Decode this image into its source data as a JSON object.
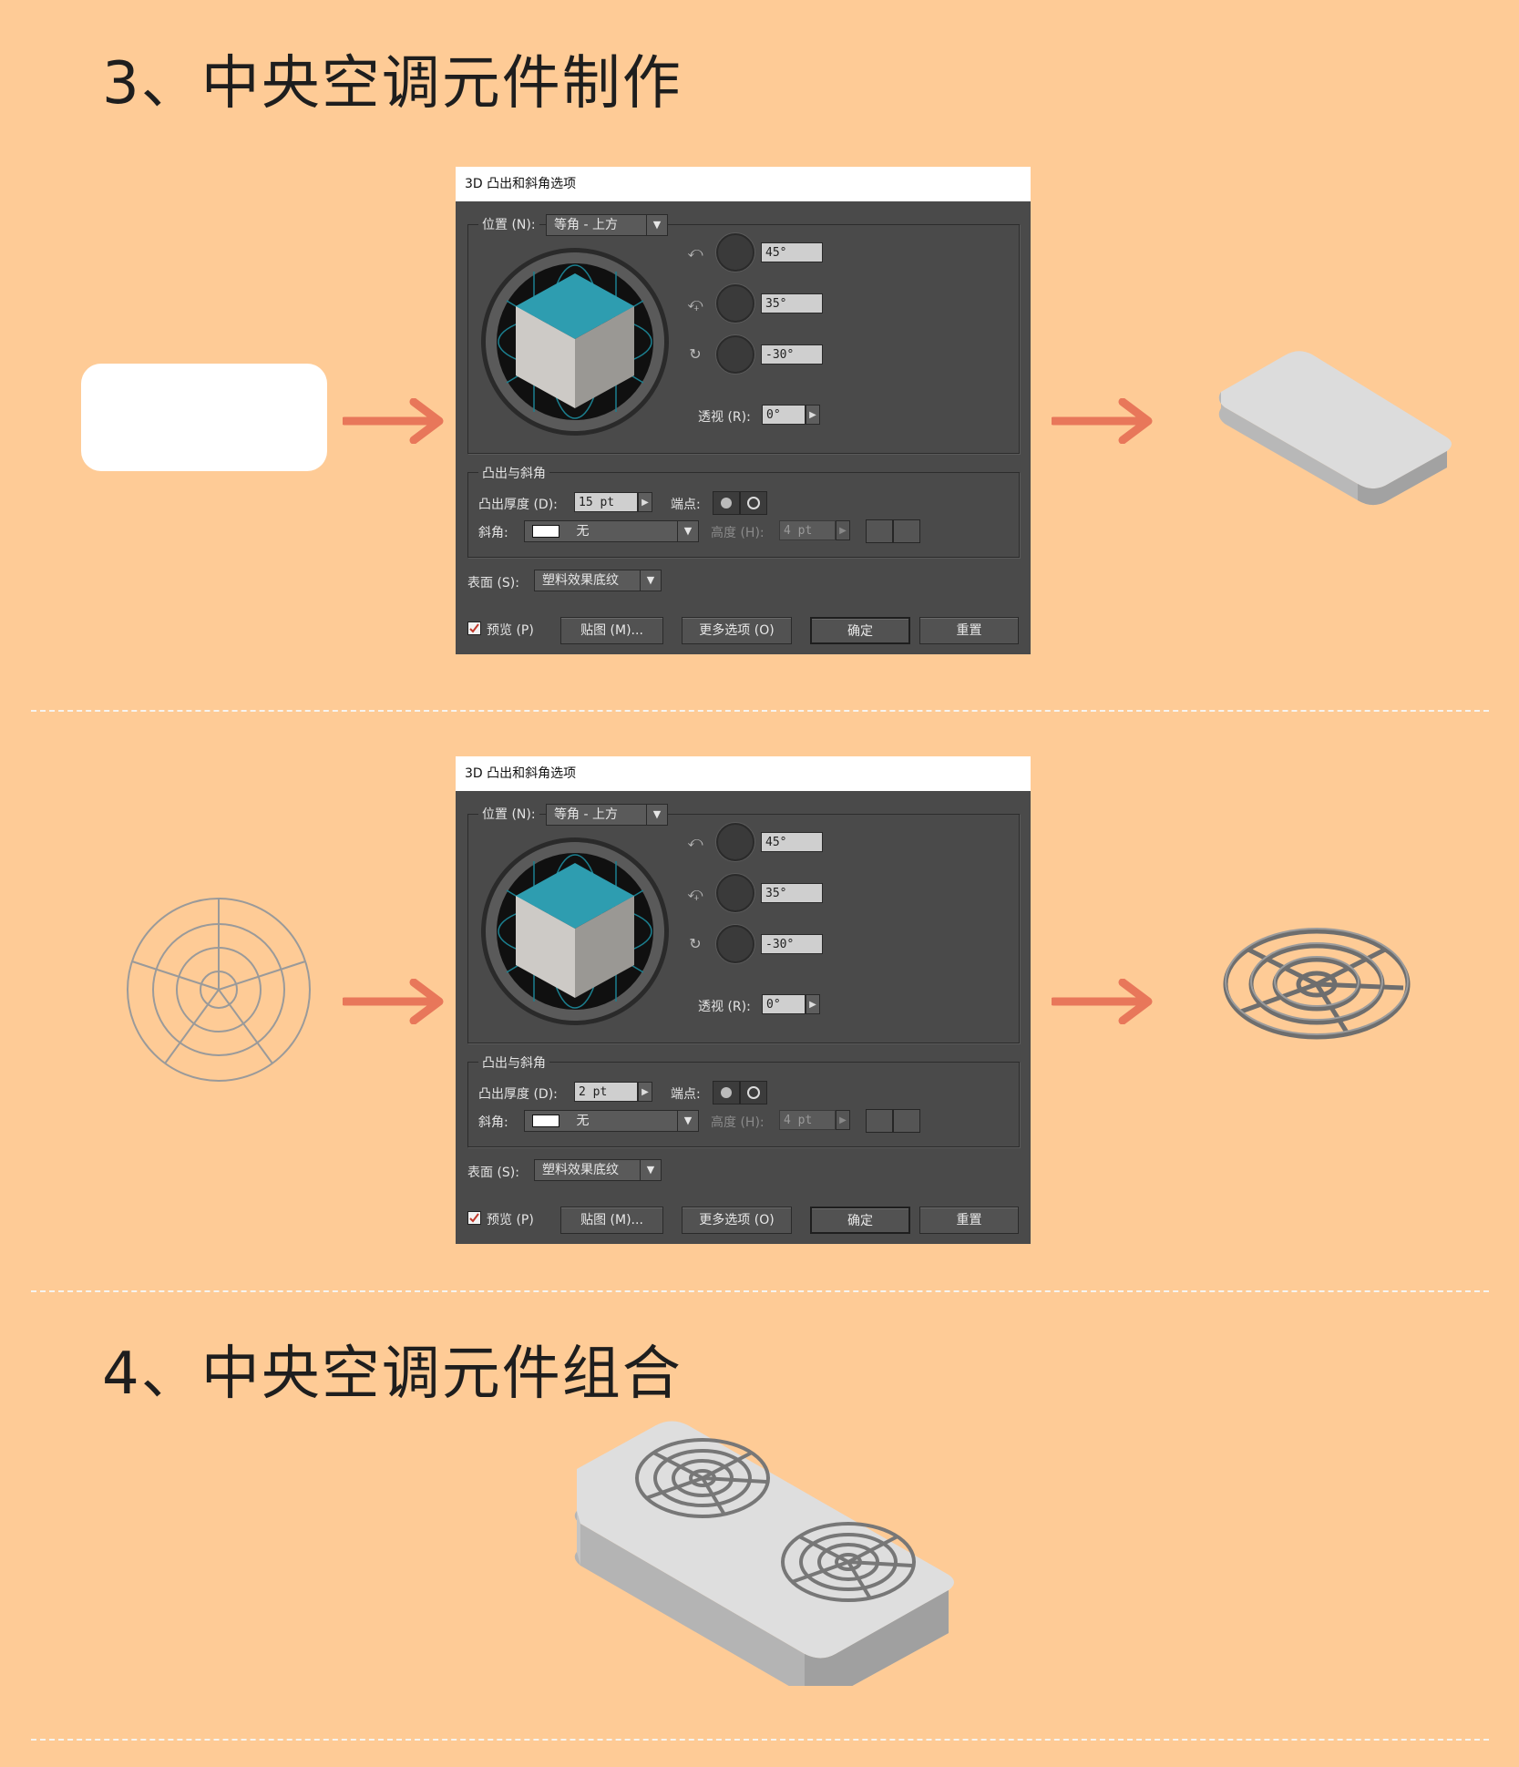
{
  "headings": {
    "section3": "3、中央空调元件制作",
    "section4": "4、中央空调元件组合"
  },
  "colors": {
    "background": "#fecb96",
    "arrow": "#e8775a",
    "dialog_bg": "#4a4a4a",
    "cube_top": "#2e9db0",
    "cube_left": "#cdcac6",
    "cube_right": "#9a9894",
    "part_gray": "#d6d6d6"
  },
  "dialogs": [
    {
      "title": "3D 凸出和斜角选项",
      "position_label": "位置 (N):",
      "position_value": "等角 - 上方",
      "rot_x": "45°",
      "rot_y": "35°",
      "rot_z": "-30°",
      "perspective_label": "透视 (R):",
      "perspective_value": "0°",
      "extrude_group": "凸出与斜角",
      "extrude_depth_label": "凸出厚度 (D):",
      "extrude_depth_value": "15 pt",
      "cap_label": "端点:",
      "bevel_label": "斜角:",
      "bevel_value": "无",
      "height_label": "高度 (H):",
      "height_value": "4 pt",
      "surface_label": "表面 (S):",
      "surface_value": "塑料效果底纹",
      "preview_label": "预览 (P)",
      "map_button": "贴图 (M)...",
      "more_button": "更多选项 (O)",
      "ok_button": "确定",
      "reset_button": "重置",
      "icons": [
        "rotate-x-icon",
        "rotate-y-icon",
        "rotate-z-icon",
        "cap-on-icon",
        "cap-off-icon",
        "bevel-in-icon",
        "bevel-out-icon"
      ]
    },
    {
      "title": "3D 凸出和斜角选项",
      "position_label": "位置 (N):",
      "position_value": "等角 - 上方",
      "rot_x": "45°",
      "rot_y": "35°",
      "rot_z": "-30°",
      "perspective_label": "透视 (R):",
      "perspective_value": "0°",
      "extrude_group": "凸出与斜角",
      "extrude_depth_label": "凸出厚度 (D):",
      "extrude_depth_value": "2 pt",
      "cap_label": "端点:",
      "bevel_label": "斜角:",
      "bevel_value": "无",
      "height_label": "高度 (H):",
      "height_value": "4 pt",
      "surface_label": "表面 (S):",
      "surface_value": "塑料效果底纹",
      "preview_label": "预览 (P)",
      "map_button": "贴图 (M)...",
      "more_button": "更多选项 (O)",
      "ok_button": "确定",
      "reset_button": "重置",
      "icons": [
        "rotate-x-icon",
        "rotate-y-icon",
        "rotate-z-icon",
        "cap-on-icon",
        "cap-off-icon",
        "bevel-in-icon",
        "bevel-out-icon"
      ]
    }
  ]
}
